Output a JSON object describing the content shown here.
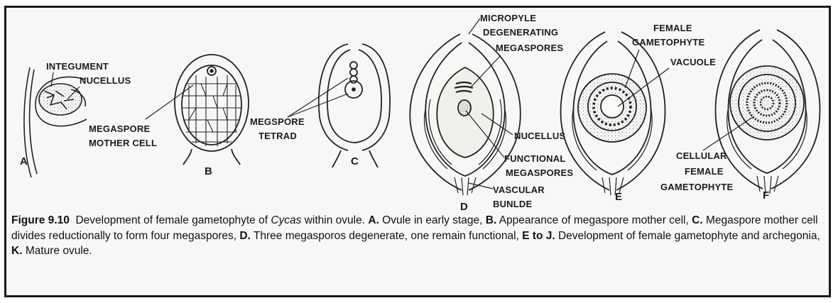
{
  "labels": {
    "integument": "INTEGUMENT",
    "nucellus": "NUCELLUS",
    "megaspore_mother_cell_1": "MEGASPORE",
    "megaspore_mother_cell_2": "MOTHER CELL",
    "megaspore_tetrad_1": "MEGSPORE",
    "megaspore_tetrad_2": "TETRAD",
    "micropyle": "MICROPYLE",
    "degenerating_1": "DEGENERATING",
    "degenerating_2": "MEGASPORES",
    "nucellus_d": "NUCELLUS",
    "functional_1": "FUNCTIONAL",
    "functional_2": "MEGASPORES",
    "vascular_1": "VASCULAR",
    "vascular_2": "BUNLDE",
    "female_gam_1": "FEMALE",
    "female_gam_2": "GAMETOPHYTE",
    "vacuole": "VACUOLE",
    "cellular_1": "CELLULAR",
    "cellular_2": "FEMALE",
    "cellular_3": "GAMETOPHYTE"
  },
  "panels": [
    "A",
    "B",
    "C",
    "D",
    "E",
    "F"
  ],
  "caption": {
    "figure_label": "Figure 9.10",
    "intro": "Development of female gametophyte of",
    "genus": "Cycas",
    "intro_end": "within ovule.",
    "a_label": "A.",
    "a_text": "Ovule in early stage,",
    "b_label": "B.",
    "b_text": "Appearance of megaspore mother cell,",
    "c_label": "C.",
    "c_text": "Megaspore mother cell divides reductionally to form four megaspores,",
    "d_label": "D.",
    "d_text": "Three megasporos degenerate, one remain functional,",
    "ej_label": "E to J.",
    "ej_text": "Development of female gametophyte and archegonia,",
    "k_label": "K.",
    "k_text": "Mature ovule."
  }
}
